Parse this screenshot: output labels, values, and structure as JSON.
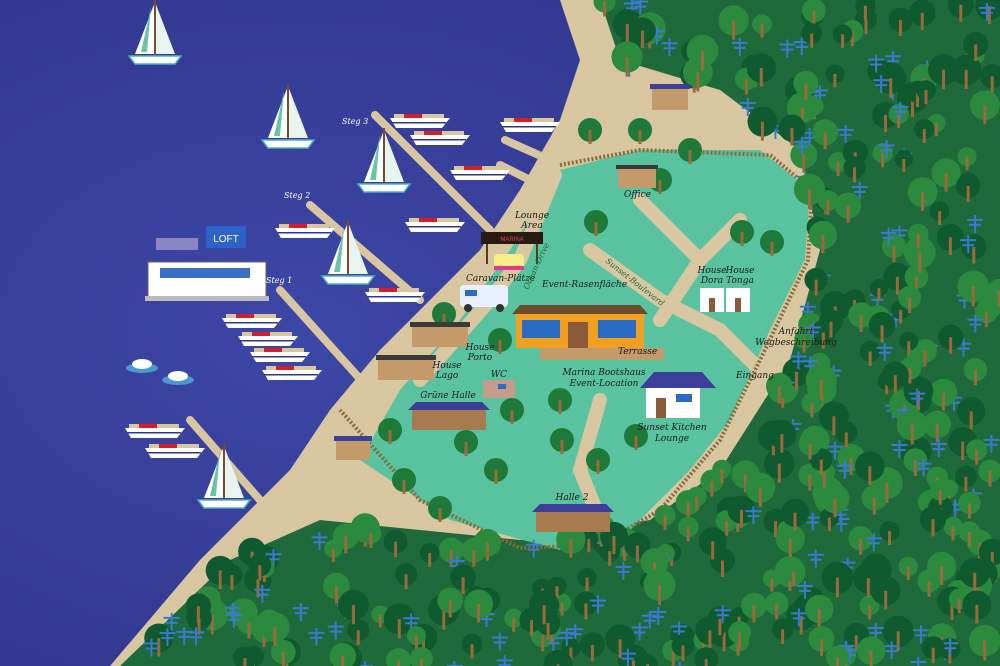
{
  "colors": {
    "water": "#34398f",
    "water_light": "#3d47a6",
    "sand": "#d8c6a0",
    "lawn": "#58c39e",
    "forest": "#1e6a3a",
    "tree_dark": "#0f5a2e",
    "tree_mid": "#2b8a3e",
    "trunk": "#9a6a3c",
    "rail": "#8a6a3c",
    "roof": "#3b3f9a",
    "orange": "#f0a020"
  },
  "water_labels": {
    "steg1": "Steg 1",
    "steg2": "Steg 2",
    "steg3": "Steg 3"
  },
  "logos": {
    "loft": "LOFT",
    "sign": "MARINA"
  },
  "labels": {
    "lounge": [
      "Lounge",
      "Area"
    ],
    "caravan": "Caravan-Plätze",
    "ocean_drive": "Ocean-Drive",
    "event_lawn": "Event-Rasenfläche",
    "sunset_blvd": "Sunset-Boulevard",
    "office": "Office",
    "house_dora": [
      "House",
      "Dora"
    ],
    "house_tonga": [
      "House",
      "Tonga"
    ],
    "house_porto": [
      "House",
      "Porto"
    ],
    "house_lago": [
      "House",
      "Lago"
    ],
    "wc": "WC",
    "gruene_halle": "Grüne Halle",
    "terrasse": "Terrasse",
    "bootshaus": [
      "Marina Bootshaus",
      "Event-Location"
    ],
    "eingang": "Eingang",
    "kitchen": [
      "Sunset Kitchen",
      "Lounge"
    ],
    "halle2": "Halle 2",
    "anfahrt": [
      "Anfahrt",
      "Wegbeschreibung"
    ]
  }
}
